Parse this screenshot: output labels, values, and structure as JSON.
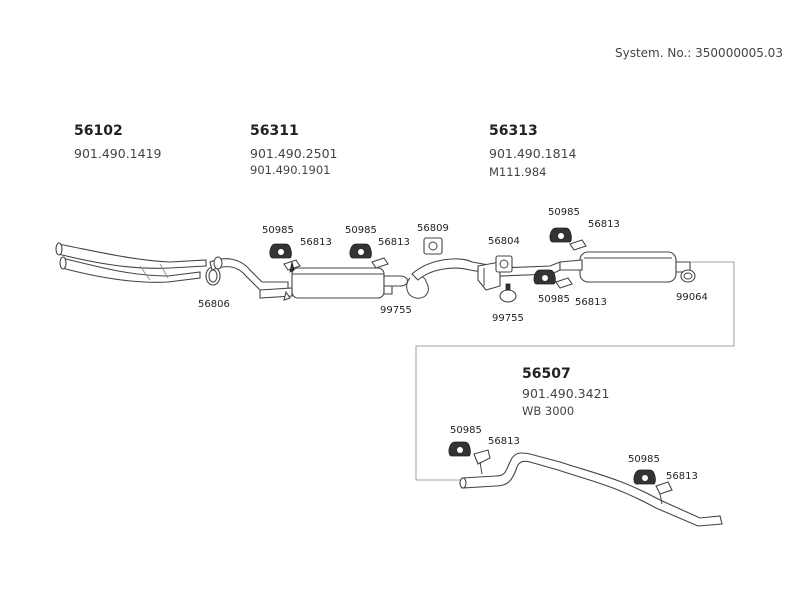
{
  "system_number": "System. No.: 350000005.03",
  "groups": [
    {
      "number": "56102",
      "codes": [
        "901.490.1419"
      ]
    },
    {
      "number": "56311",
      "codes": [
        "901.490.2501",
        "901.490.1901"
      ]
    },
    {
      "number": "56313",
      "codes": [
        "901.490.1814",
        "M111.984"
      ]
    },
    {
      "number": "56507",
      "codes": [
        "901.490.3421",
        "WB 3000"
      ]
    }
  ],
  "parts": [
    "56806",
    "50985",
    "56813",
    "50985",
    "56813",
    "99755",
    "56809",
    "56804",
    "99755",
    "50985",
    "56813",
    "50985",
    "56813",
    "99064",
    "50985",
    "56813",
    "50985",
    "56813"
  ]
}
